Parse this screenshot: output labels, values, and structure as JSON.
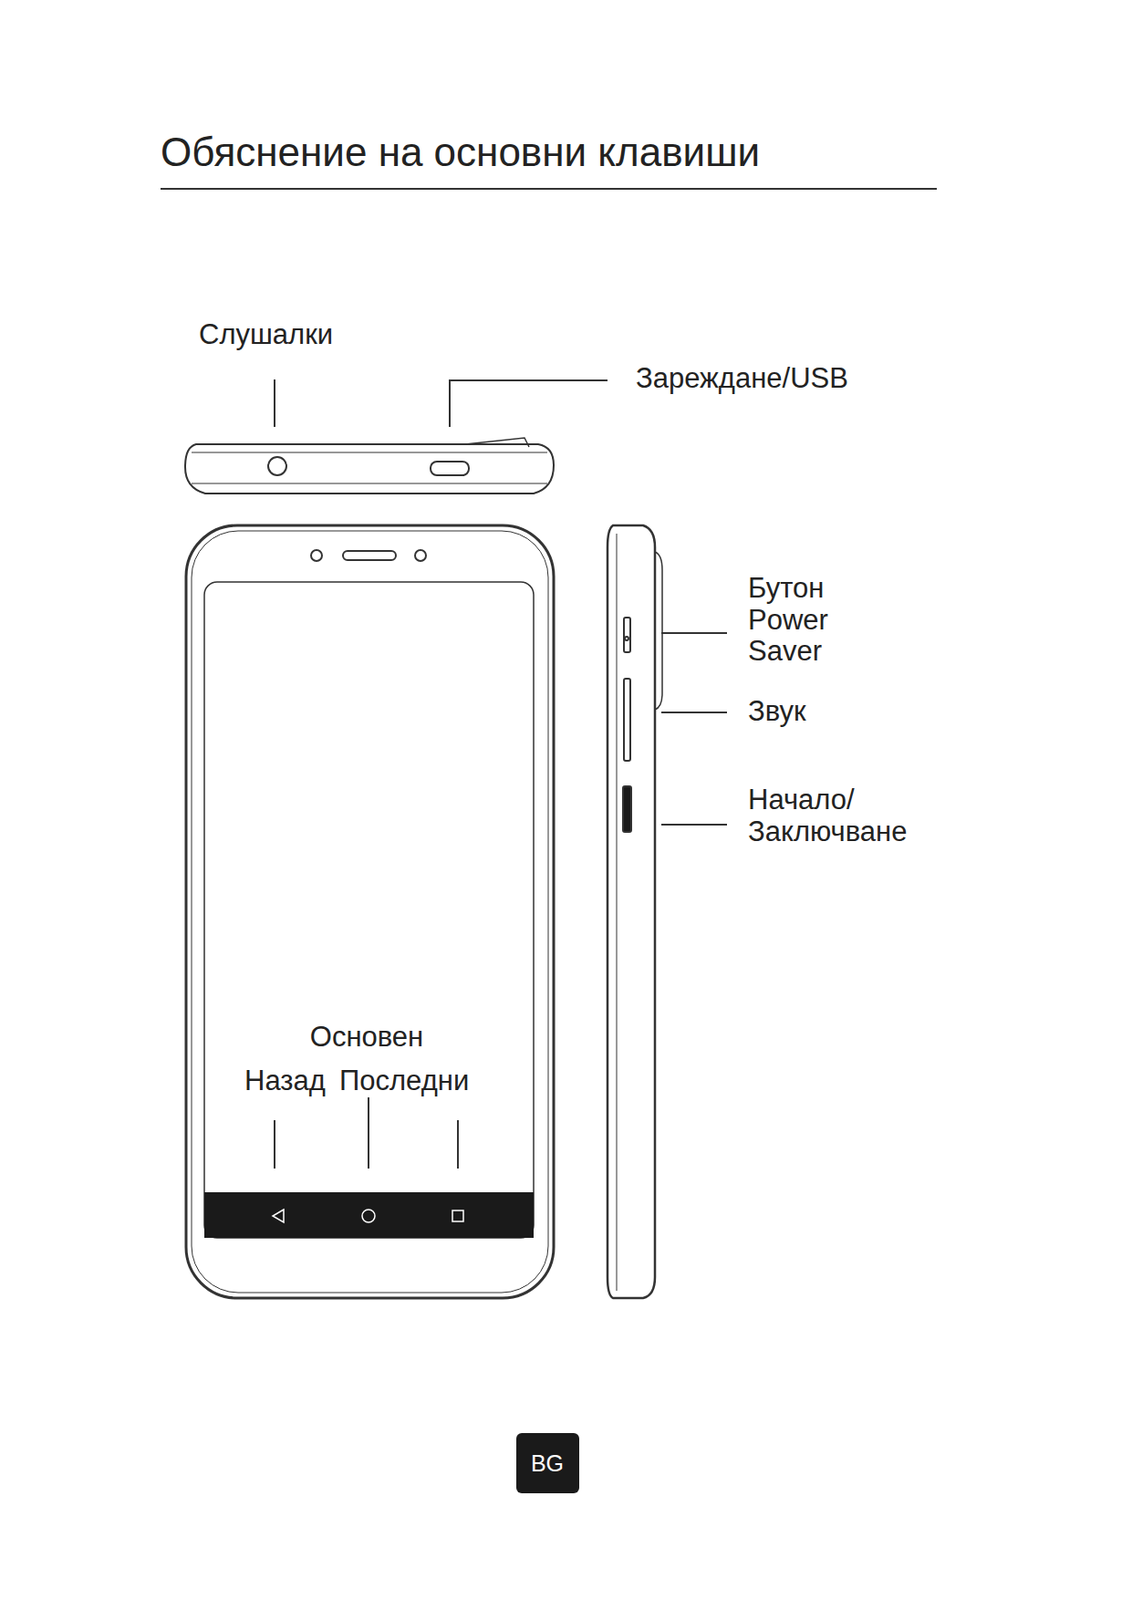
{
  "diagram": {
    "title": "Обяснение на основни клавиши",
    "nodes": [
      {
        "text": [
          "BG"
        ]
      }
    ],
    "labels": [
      "Слушалки",
      "Зареждане/USB",
      "Бутон Power Saver",
      "Звук",
      "Начало/ Заключване",
      "Основен",
      "Назад",
      "Последни"
    ]
  }
}
